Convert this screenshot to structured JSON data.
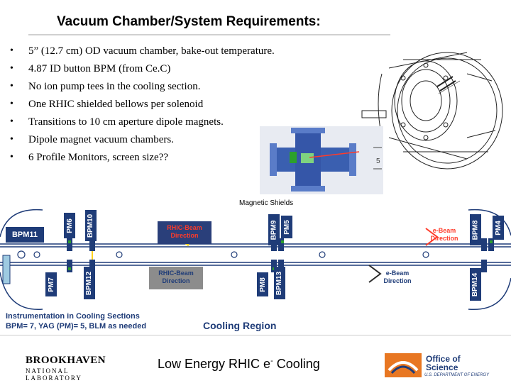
{
  "title": "Vacuum Chamber/System Requirements:",
  "bullets": [
    "5” (12.7 cm) OD vacuum chamber, bake-out temperature.",
    "4.87 ID button BPM (from Ce.C)",
    "No ion pump tees in the cooling section.",
    "One RHIC shielded bellows per solenoid",
    "Transitions to 10 cm aperture dipole magnets.",
    "Dipole magnet vacuum chambers.",
    "6 Profile Monitors, screen size??"
  ],
  "bullet_glyph": "•",
  "magnetic_shields_label": "Magnetic Shields",
  "diagram": {
    "bpm11": "BPM11",
    "top_labels": [
      "PM6",
      "BPM10",
      "BPM9",
      "PM5",
      "BPM8",
      "PM4"
    ],
    "bottom_labels": [
      "PM7",
      "BPM12",
      "PM8",
      "BPM13",
      "BPM14"
    ],
    "rhic_beam_top": [
      "RHIC-Beam",
      "Direction"
    ],
    "rhic_beam_bottom": [
      "RHIC-Beam",
      "Direction"
    ],
    "ebeam_top": [
      "e-Beam",
      "Direction"
    ],
    "ebeam_bottom": [
      "e-Beam",
      "Direction"
    ],
    "colors": {
      "line": "#1f3c78",
      "box": "#1f3c78",
      "red": "#ff3b2a",
      "green": "#2ca02c"
    }
  },
  "instrumentation_title": "Instrumentation in Cooling Sections",
  "instrumentation_detail": "BPM= 7, YAG (PM)= 5, BLM as needed",
  "cooling_region": "Cooling Region",
  "footer": {
    "bnl_top": "BROOKHAVEN",
    "bnl_bottom": "NATIONAL LABORATORY",
    "title_main": "Low Energy RHIC e",
    "title_sup": "-",
    "title_end": " Cooling",
    "doe_office_line1": "Office of",
    "doe_office_line2": "Science",
    "doe_dept": "U.S. DEPARTMENT OF ENERGY"
  }
}
